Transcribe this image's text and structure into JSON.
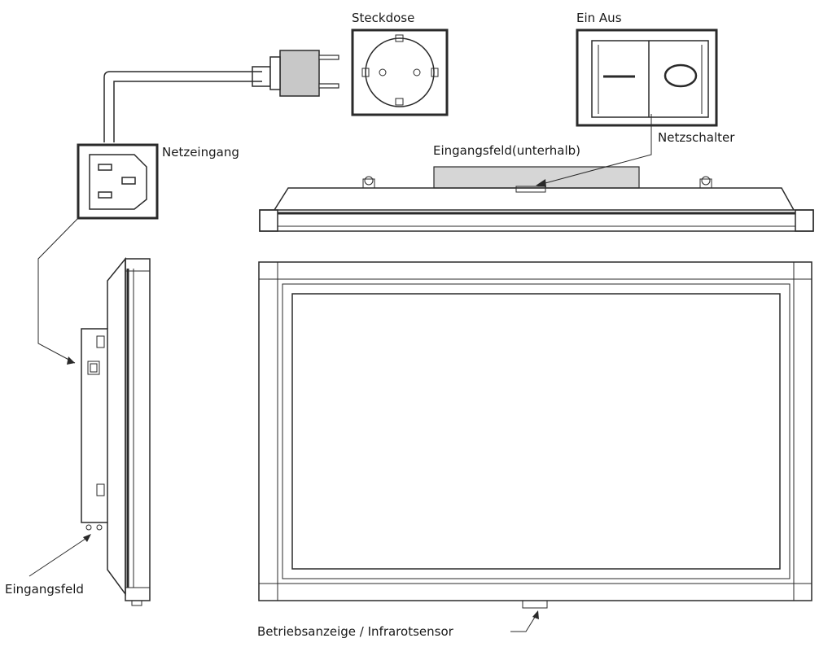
{
  "labels": {
    "socket": "Steckdose",
    "switch": "Ein Aus",
    "power_inlet": "Netzeingang",
    "input_panel_below": "Eingangsfeld(unterhalb)",
    "power_switch": "Netzschalter",
    "input_panel": "Eingangsfeld",
    "status_sensor": "Betriebsanzeige / Infrarotsensor"
  },
  "switch_symbols": {
    "on": "—",
    "off": "O"
  },
  "colors": {
    "line": "#2a2a2a",
    "plug_grey": "#c8c8c8",
    "panel_grey": "#d6d6d6"
  }
}
